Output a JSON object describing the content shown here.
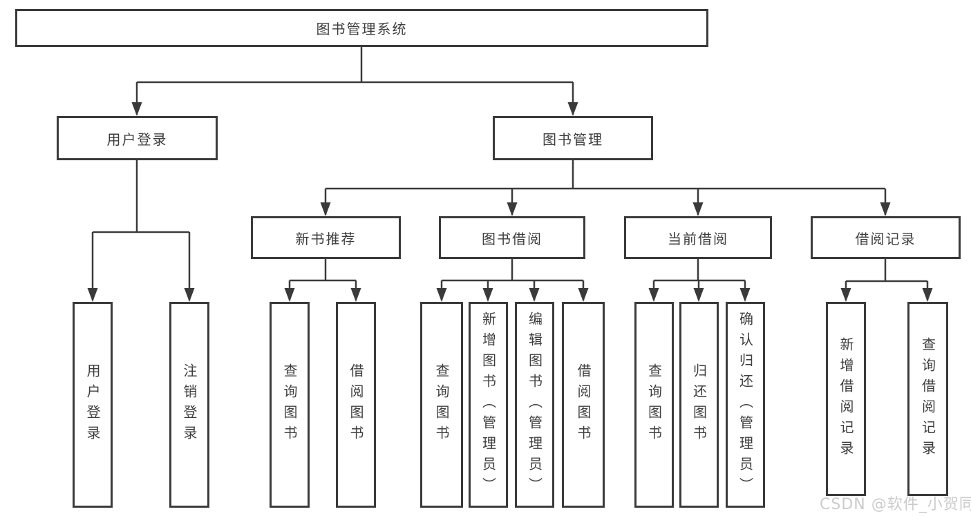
{
  "tree": {
    "label": "图书管理系统",
    "children": [
      {
        "label": "用户登录",
        "children": [
          {
            "label": "用户登录"
          },
          {
            "label": "注销登录"
          }
        ]
      },
      {
        "label": "图书管理",
        "children": [
          {
            "label": "新书推荐",
            "children": [
              {
                "label": "查询图书"
              },
              {
                "label": "借阅图书"
              }
            ]
          },
          {
            "label": "图书借阅",
            "children": [
              {
                "label": "查询图书"
              },
              {
                "label": "新增图书（管理员）"
              },
              {
                "label": "编辑图书（管理员）"
              },
              {
                "label": "借阅图书"
              }
            ]
          },
          {
            "label": "当前借阅",
            "children": [
              {
                "label": "查询图书"
              },
              {
                "label": "归还图书"
              },
              {
                "label": "确认归还（管理员）"
              }
            ]
          },
          {
            "label": "借阅记录",
            "children": [
              {
                "label": "新增借阅记录"
              },
              {
                "label": "查询借阅记录"
              }
            ]
          }
        ]
      }
    ]
  },
  "watermark": {
    "text": "CSDN @软件_小贺同学"
  },
  "colors": {
    "line": "#3a3a3a",
    "border": "#3a3a3a",
    "text": "#3e3e3e",
    "watermark": "#cbcbcb",
    "background": "#ffffff"
  }
}
